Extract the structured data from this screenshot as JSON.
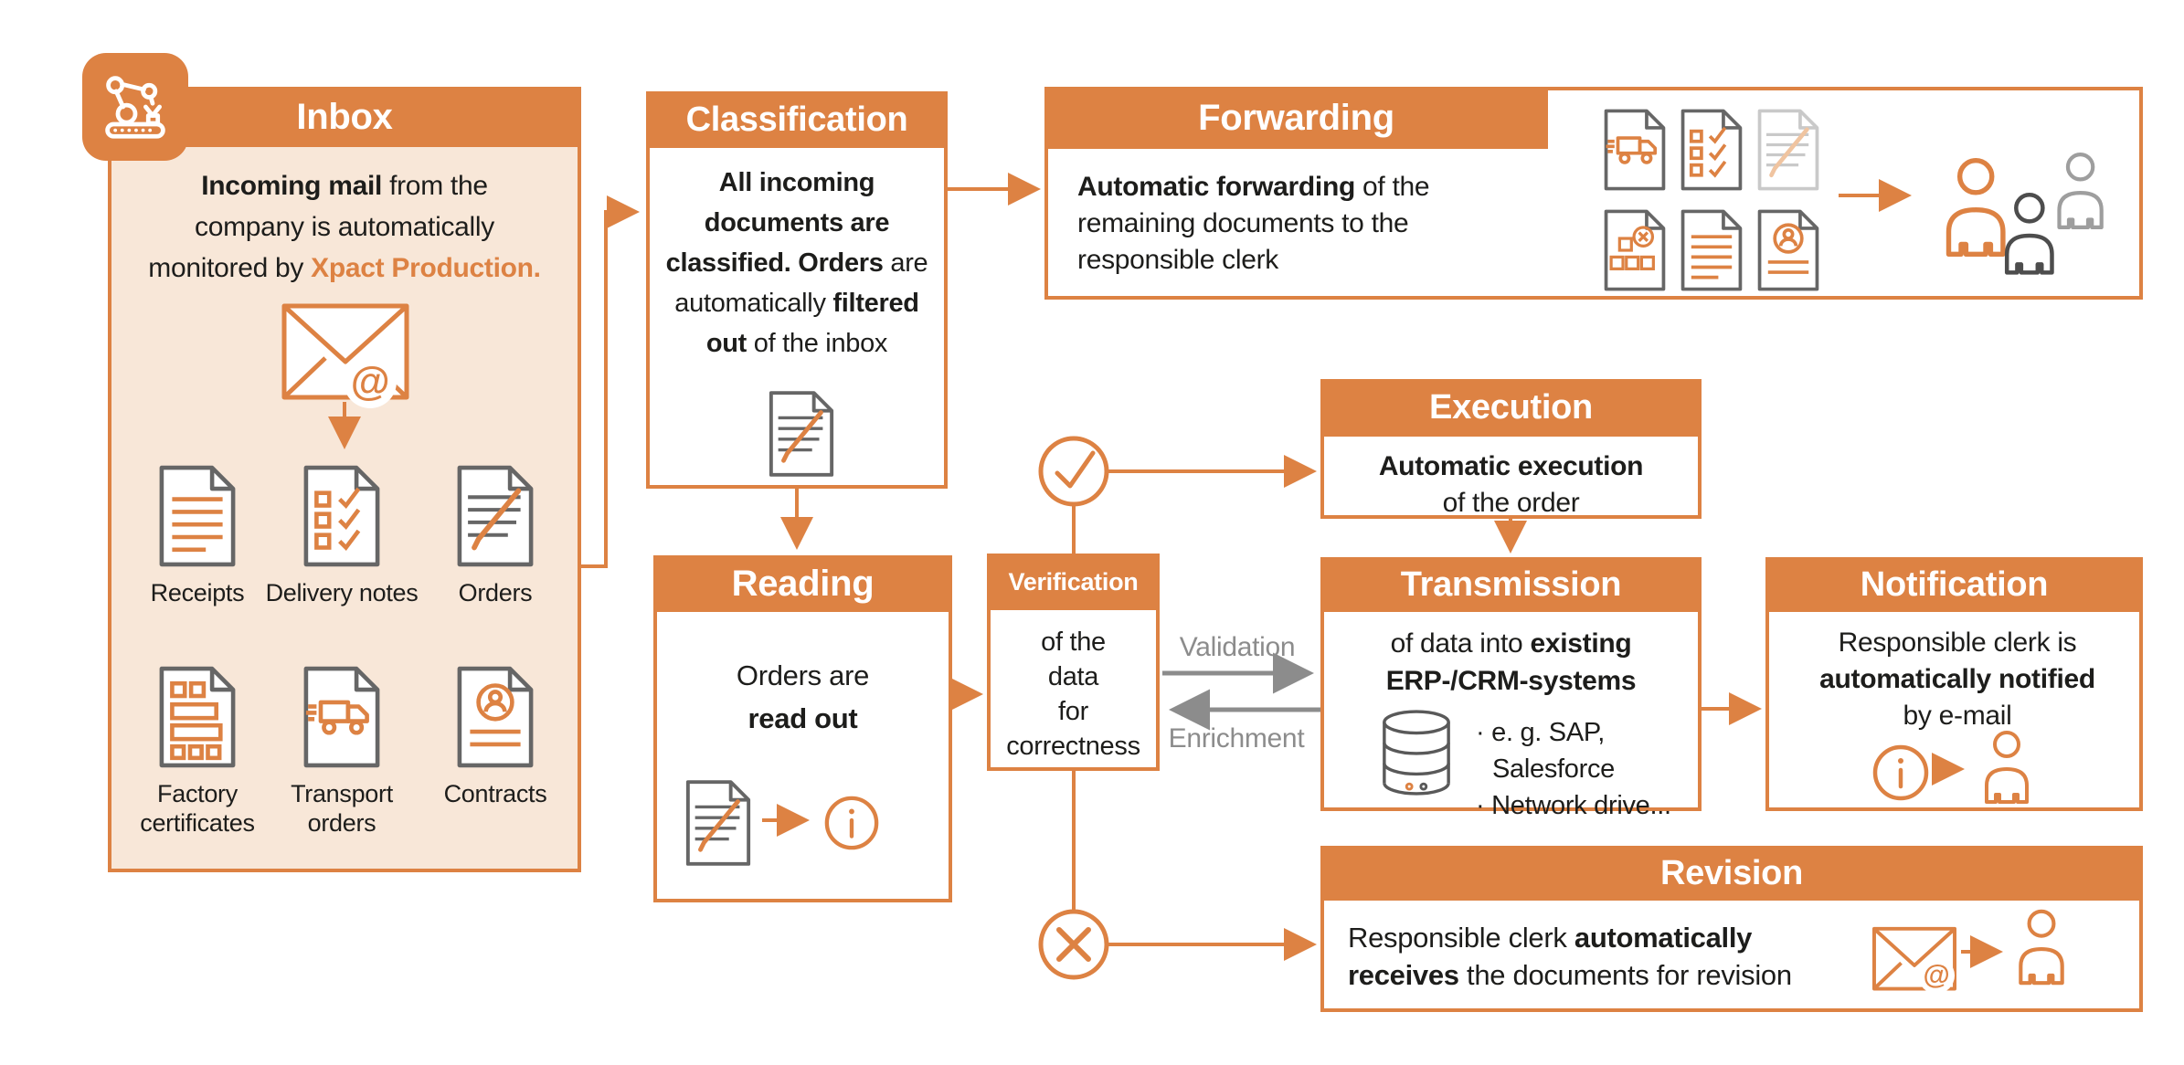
{
  "icons": {
    "at": "@"
  },
  "inbox": {
    "title": "Inbox",
    "desc_bold": "Incoming mail",
    "desc_mid": " from the company is automatically monitored by ",
    "desc_brand": "Xpact Production.",
    "doc_labels": [
      "Receipts",
      "Delivery notes",
      "Orders",
      "Factory certificates",
      "Transport orders",
      "Contracts"
    ]
  },
  "classification": {
    "title": "Classification",
    "d1": "All incoming documents are classified. Orders",
    "d2": " are automatically ",
    "d3": "filtered out",
    "d4": " of the inbox"
  },
  "forwarding": {
    "title": "Forwarding",
    "d1": "Automatic forwarding",
    "d2": " of the remaining documents to the responsible clerk"
  },
  "execution": {
    "title": "Execution",
    "line1": "Automatic execution",
    "line2": "of the order"
  },
  "reading": {
    "title": "Reading",
    "line1": "Orders are",
    "line2": "read out"
  },
  "verification": {
    "title": "Verification",
    "lines": [
      "of the",
      "data",
      "for",
      "correctness"
    ]
  },
  "transmission": {
    "title": "Transmission",
    "d1": "of data into ",
    "d2": "existing ERP-/CRM-systems",
    "bullets": [
      "· e. g. SAP, Salesforce",
      "· Network drive..."
    ]
  },
  "notification": {
    "title": "Notification",
    "d1": "Responsible clerk is ",
    "d2": "automatically notified",
    "d3": " by e-mail"
  },
  "revision": {
    "title": "Revision",
    "d1": "Responsible clerk ",
    "d2": "automatically receives",
    "d3": " the documents for revision"
  },
  "flow": {
    "validation": "Validation",
    "enrichment": "Enrichment"
  },
  "colors": {
    "orange": "#DD8243",
    "peach": "#F8E7D8",
    "dark_text": "#1D1D1B",
    "gray_label": "#8C8C8C",
    "icon_gray": "#666666",
    "person_dark": "#4D4D4D",
    "person_light": "#9E9E9E"
  }
}
